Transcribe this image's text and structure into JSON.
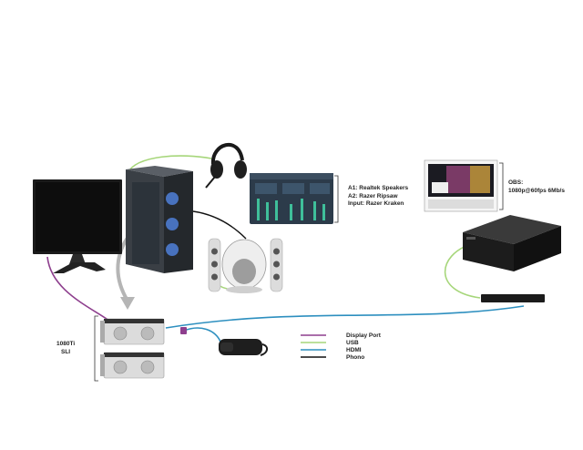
{
  "audio_notes": {
    "a1": "A1: Realtek Speakers",
    "a2": "A2: Razer Ripsaw",
    "input": "Input: Razer Kraken"
  },
  "obs_notes": {
    "title": "OBS:",
    "spec": "1080p@60fps 6Mb/s"
  },
  "gpu_label": {
    "model": "1080Ti",
    "mode": "SLI"
  },
  "legend": [
    {
      "name": "Display Port",
      "color": "#8e3f8e"
    },
    {
      "name": "USB",
      "color": "#a6d67a"
    },
    {
      "name": "HDMI",
      "color": "#2d8fbf"
    },
    {
      "name": "Phono",
      "color": "#111111"
    }
  ],
  "colors": {
    "display_port": "#8e3f8e",
    "usb": "#a6d67a",
    "hdmi": "#2d8fbf",
    "phono": "#111111",
    "usb_grey": "#b5b5b5"
  }
}
